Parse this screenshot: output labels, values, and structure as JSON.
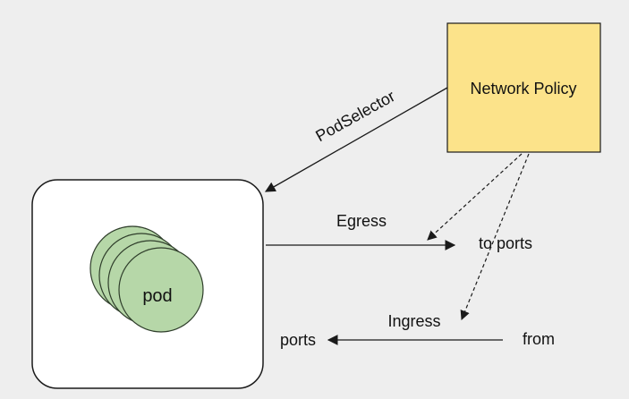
{
  "diagram": {
    "policy_box_label": "Network Policy",
    "pod_label": "pod",
    "selector_label": "PodSelector",
    "egress_label": "Egress",
    "ingress_label": "Ingress",
    "to_ports_label": "to ports",
    "from_label": "from",
    "ports_label": "ports"
  },
  "colors": {
    "background": "#eeeeee",
    "policy_fill": "#fce38a",
    "pod_fill": "#b6d7a8",
    "pod_stroke": "#2f3e2b",
    "container_fill": "#ffffff",
    "line": "#1a1a1a"
  }
}
